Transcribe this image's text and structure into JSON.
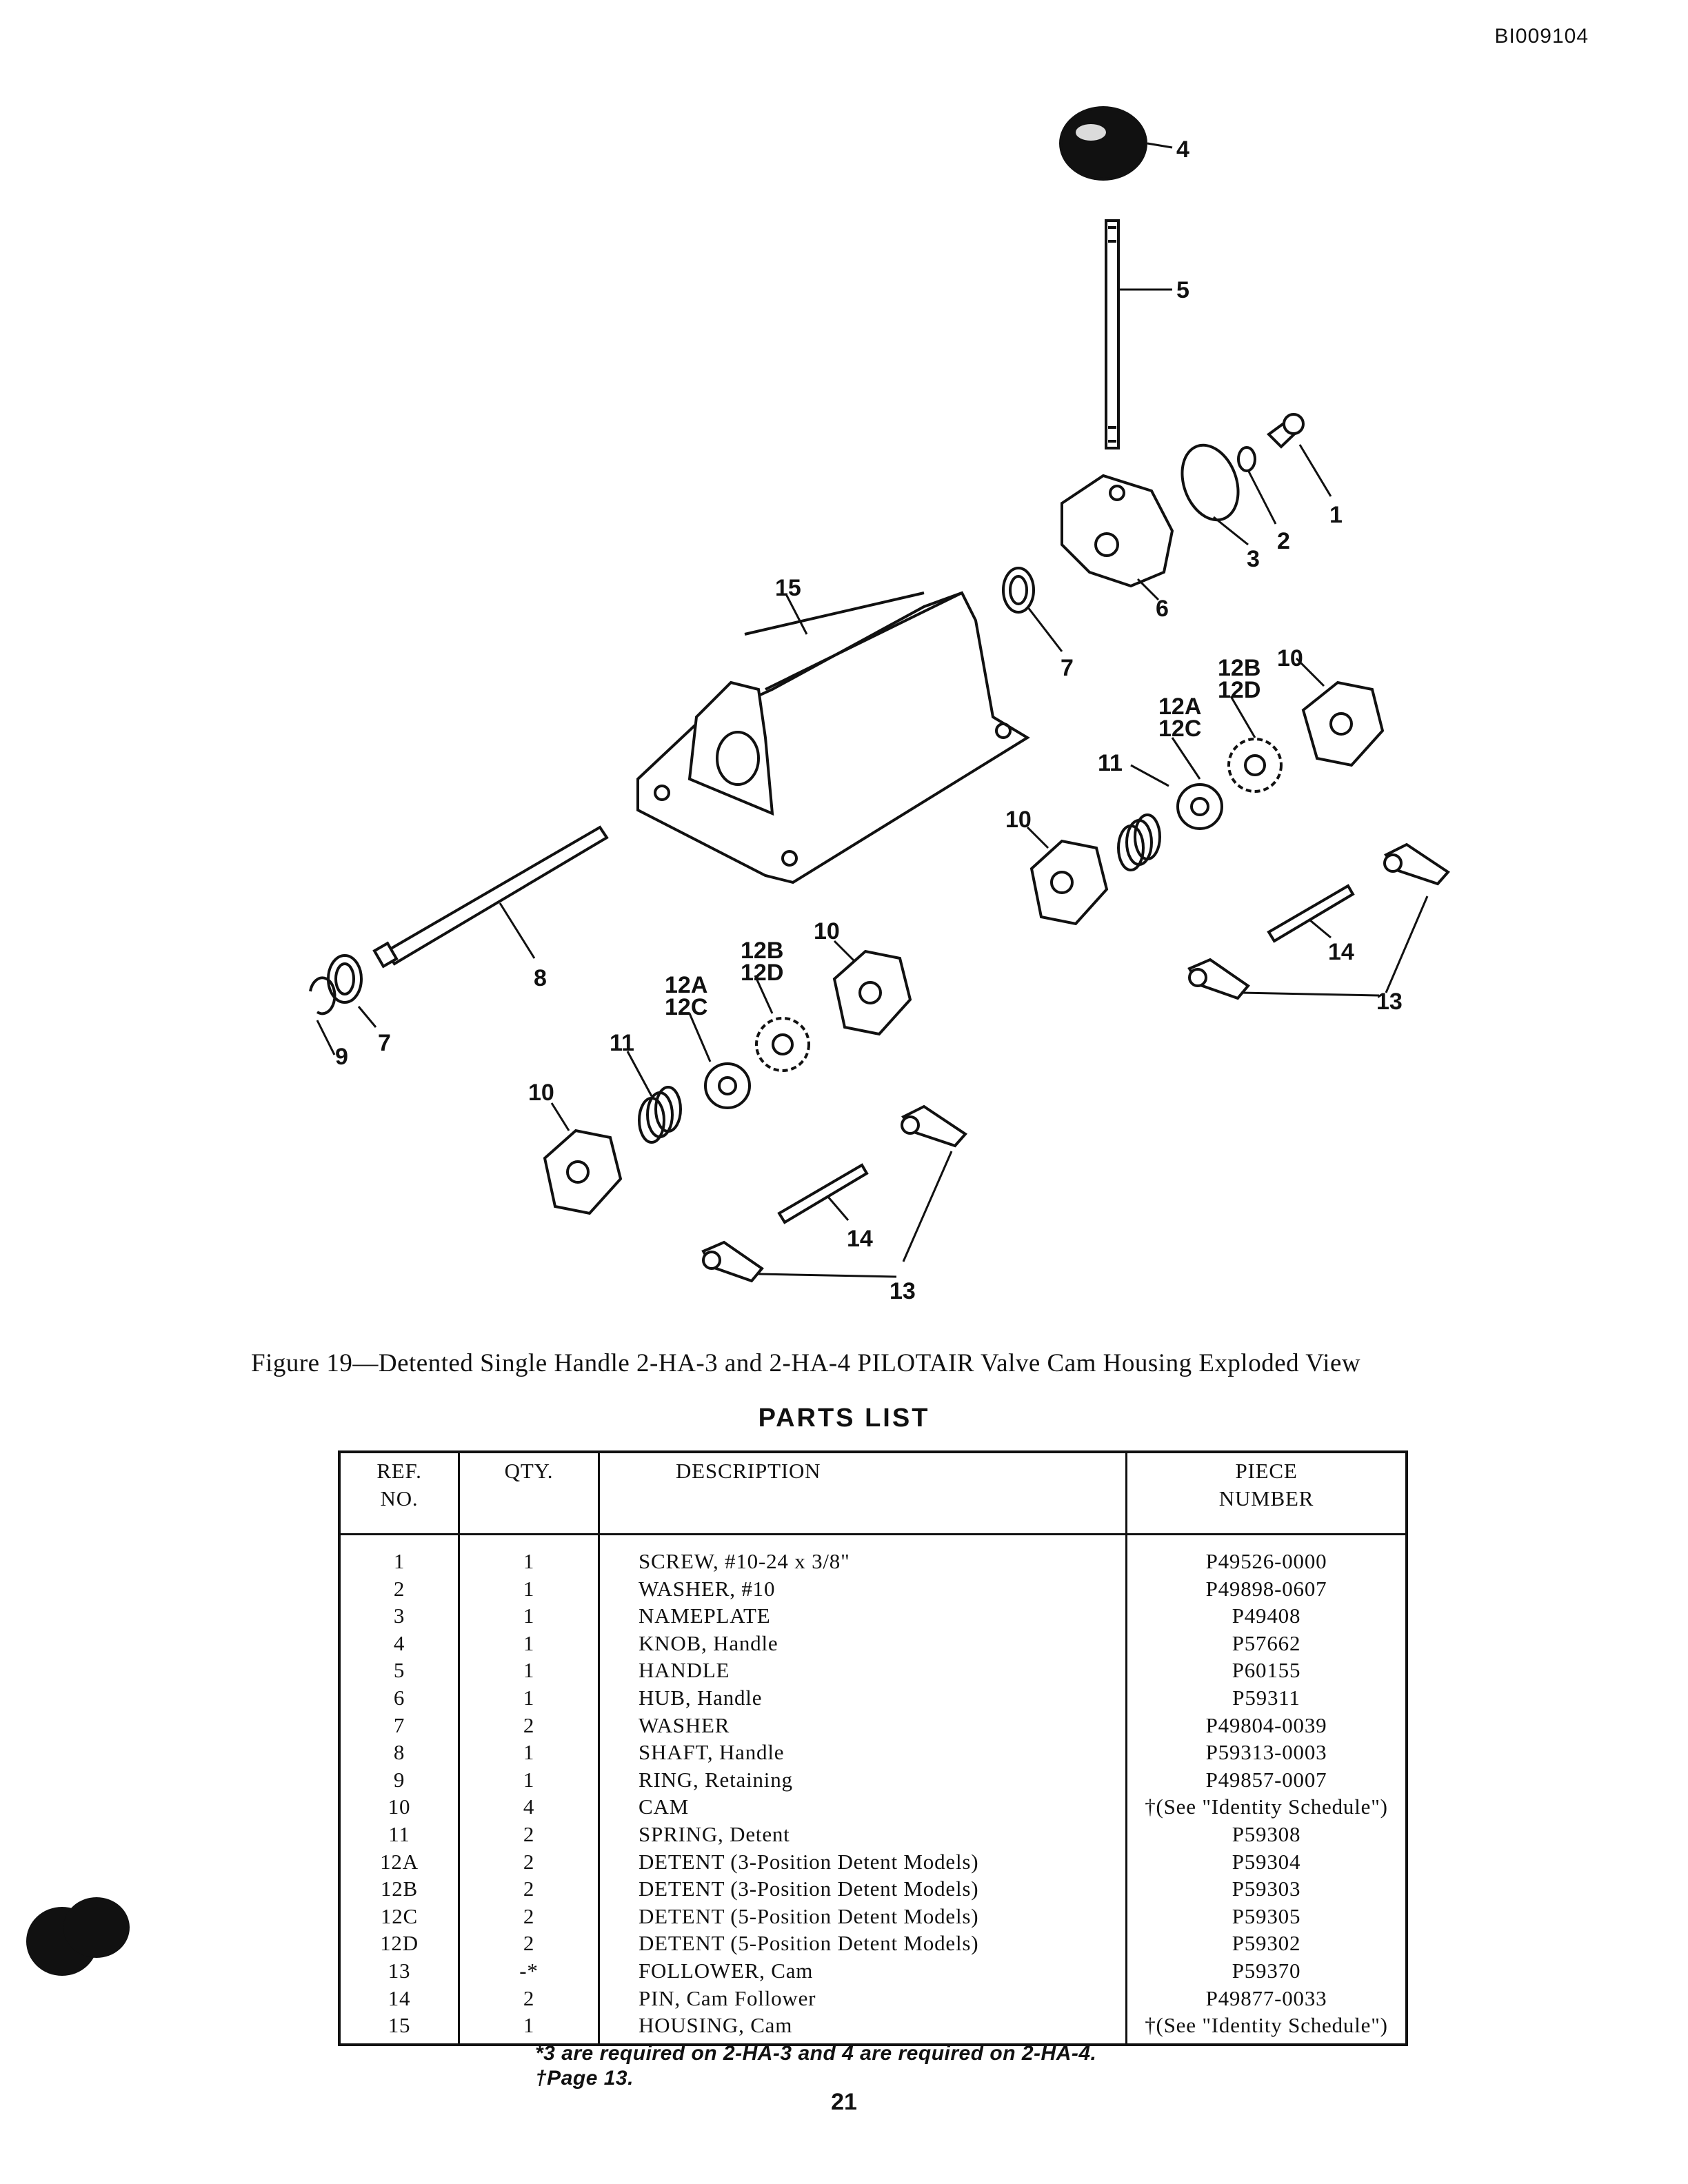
{
  "doc_id": "BI009104",
  "figure": {
    "callouts": {
      "c1": "1",
      "c2": "2",
      "c3": "3",
      "c4": "4",
      "c5": "5",
      "c6": "6",
      "c7a": "7",
      "c7b": "7",
      "c8": "8",
      "c9": "9",
      "c10a": "10",
      "c10b": "10",
      "c10c": "10",
      "c10d": "10",
      "c11a": "11",
      "c11b": "11",
      "c12aca": "12A",
      "c12acb": "12C",
      "c12ada": "12A",
      "c12adb": "12C",
      "c12bda": "12B",
      "c12bdb": "12D",
      "c12bea": "12B",
      "c12beb": "12D",
      "c13a": "13",
      "c13b": "13",
      "c14a": "14",
      "c14b": "14",
      "c15": "15"
    }
  },
  "caption": "Figure 19—Detented Single Handle 2-HA-3 and 2-HA-4 PILOTAIR Valve Cam Housing Exploded View",
  "parts_list": {
    "title": "PARTS LIST",
    "headers": {
      "ref_1": "REF.",
      "ref_2": "NO.",
      "qty": "QTY.",
      "desc": "DESCRIPTION",
      "piece_1": "PIECE",
      "piece_2": "NUMBER"
    },
    "rows": [
      {
        "ref": "1",
        "qty": "1",
        "desc": "SCREW, #10-24 x 3/8\"",
        "piece": "P49526-0000"
      },
      {
        "ref": "2",
        "qty": "1",
        "desc": "WASHER, #10",
        "piece": "P49898-0607"
      },
      {
        "ref": "3",
        "qty": "1",
        "desc": "NAMEPLATE",
        "piece": "P49408"
      },
      {
        "ref": "4",
        "qty": "1",
        "desc": "KNOB, Handle",
        "piece": "P57662"
      },
      {
        "ref": "5",
        "qty": "1",
        "desc": "HANDLE",
        "piece": "P60155"
      },
      {
        "ref": "6",
        "qty": "1",
        "desc": "HUB, Handle",
        "piece": "P59311"
      },
      {
        "ref": "7",
        "qty": "2",
        "desc": "WASHER",
        "piece": "P49804-0039"
      },
      {
        "ref": "8",
        "qty": "1",
        "desc": "SHAFT, Handle",
        "piece": "P59313-0003"
      },
      {
        "ref": "9",
        "qty": "1",
        "desc": "RING, Retaining",
        "piece": "P49857-0007"
      },
      {
        "ref": "10",
        "qty": "4",
        "desc": "CAM",
        "piece": "†(See \"Identity Schedule\")"
      },
      {
        "ref": "11",
        "qty": "2",
        "desc": "SPRING, Detent",
        "piece": "P59308"
      },
      {
        "ref": "12A",
        "qty": "2",
        "desc": "DETENT (3-Position Detent Models)",
        "piece": "P59304"
      },
      {
        "ref": "12B",
        "qty": "2",
        "desc": "DETENT (3-Position Detent Models)",
        "piece": "P59303"
      },
      {
        "ref": "12C",
        "qty": "2",
        "desc": "DETENT (5-Position Detent Models)",
        "piece": "P59305"
      },
      {
        "ref": "12D",
        "qty": "2",
        "desc": "DETENT (5-Position Detent Models)",
        "piece": "P59302"
      },
      {
        "ref": "13",
        "qty": "-*",
        "desc": "FOLLOWER, Cam",
        "piece": "P59370"
      },
      {
        "ref": "14",
        "qty": "2",
        "desc": "PIN, Cam Follower",
        "piece": "P49877-0033"
      },
      {
        "ref": "15",
        "qty": "1",
        "desc": "HOUSING, Cam",
        "piece": "†(See \"Identity Schedule\")"
      }
    ],
    "footnotes": {
      "star": "*3 are required on 2-HA-3 and 4 are required on 2-HA-4.",
      "dagger": "†Page 13."
    }
  },
  "page_number": "21"
}
